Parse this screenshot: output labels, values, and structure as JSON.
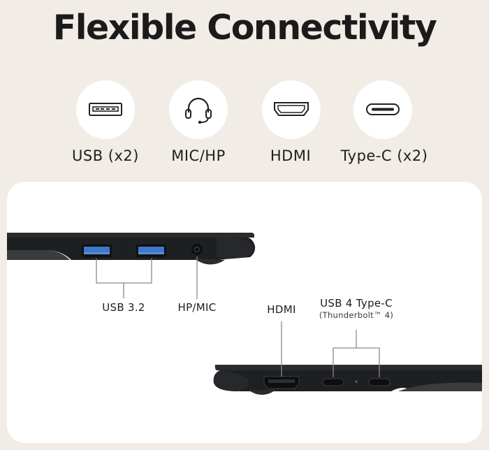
{
  "title": "Flexible Connectivity",
  "ports": [
    {
      "label": "USB (x2)",
      "icon": "usb-icon"
    },
    {
      "label": "MIC/HP",
      "icon": "headset-icon"
    },
    {
      "label": "HDMI",
      "icon": "hdmi-icon"
    },
    {
      "label": "Type-C (x2)",
      "icon": "type-c-icon"
    }
  ],
  "diagram": {
    "left_side": {
      "usb_label": "USB 3.2",
      "hpmic_label": "HP/MIC"
    },
    "right_side": {
      "hdmi_label": "HDMI",
      "usbc_label": "USB 4 Type-C",
      "usbc_sublabel": "(Thunderbolt™ 4)"
    }
  },
  "colors": {
    "background": "#f1ece6",
    "card": "#ffffff",
    "usb_port_blue": "#3f78c8",
    "laptop_body": "#1e1f21"
  }
}
